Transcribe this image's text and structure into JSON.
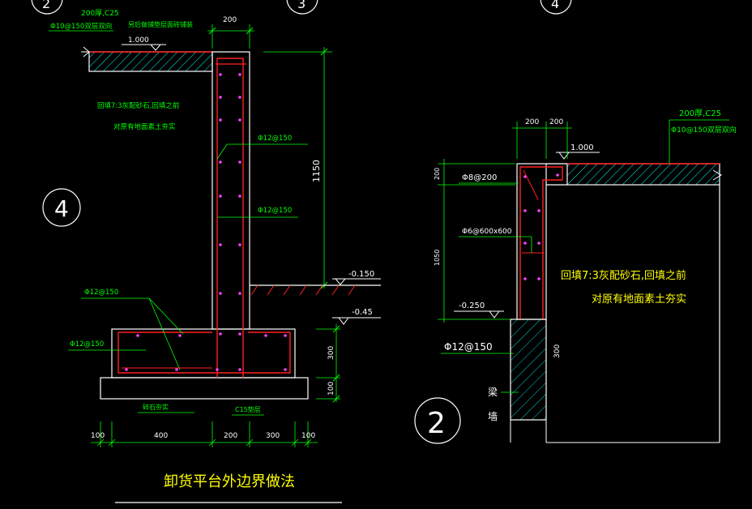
{
  "colors": {
    "background": "#000000",
    "line": "#ffffff",
    "dimension": "#00ff00",
    "rebar": "#ff2020",
    "hatch": "#00ffff",
    "dot": "#ff40ff",
    "text": "#ffff00"
  },
  "left_detail": {
    "title": "卸货平台外边界做法",
    "slab_note_1": "200厚,C25",
    "slab_note_2": "Φ10@150双层双向",
    "slab_note_3": "另后做铺垫层面砖铺装",
    "level_top": "1.000",
    "level_mid": "-0.150",
    "level_bot": "-0.45",
    "backfill_line1": "回填7:3灰配砂石,回填之前",
    "backfill_line2": "对原有地面素土夯实",
    "rebar_1": "Φ12@150",
    "rebar_2": "Φ12@150",
    "rebar_3": "Φ12@150",
    "rebar_4": "Φ12@150",
    "dim_wall": "200",
    "dim_height": "1150",
    "dim_base": "300",
    "dim_pad": "100",
    "bottom_dims": [
      "100",
      "400",
      "200",
      "300",
      "100"
    ],
    "footing_note": "碎石夯实",
    "c15_note": "C15垫层",
    "circle_label": "4"
  },
  "right_detail": {
    "slab_note_1": "200厚,C25",
    "slab_note_2": "Φ10@150双层双向",
    "level_top": "1.000",
    "level_bot": "-0.250",
    "rebar_top": "Φ8@200",
    "rebar_tie": "Φ6@600x600",
    "rebar_bot": "Φ12@150",
    "dim_top_1": "200",
    "dim_top_2": "200",
    "dim_side_1": "200",
    "dim_side_2": "1050",
    "dim_wall": "300",
    "backfill_line1": "回填7:3灰配砂石,回填之前",
    "backfill_line2": "对原有地面素土夯实",
    "wall_label_1": "梁",
    "wall_label_2": "墙",
    "circle_label": "2"
  },
  "top_circles": [
    "2",
    "3",
    "4"
  ]
}
